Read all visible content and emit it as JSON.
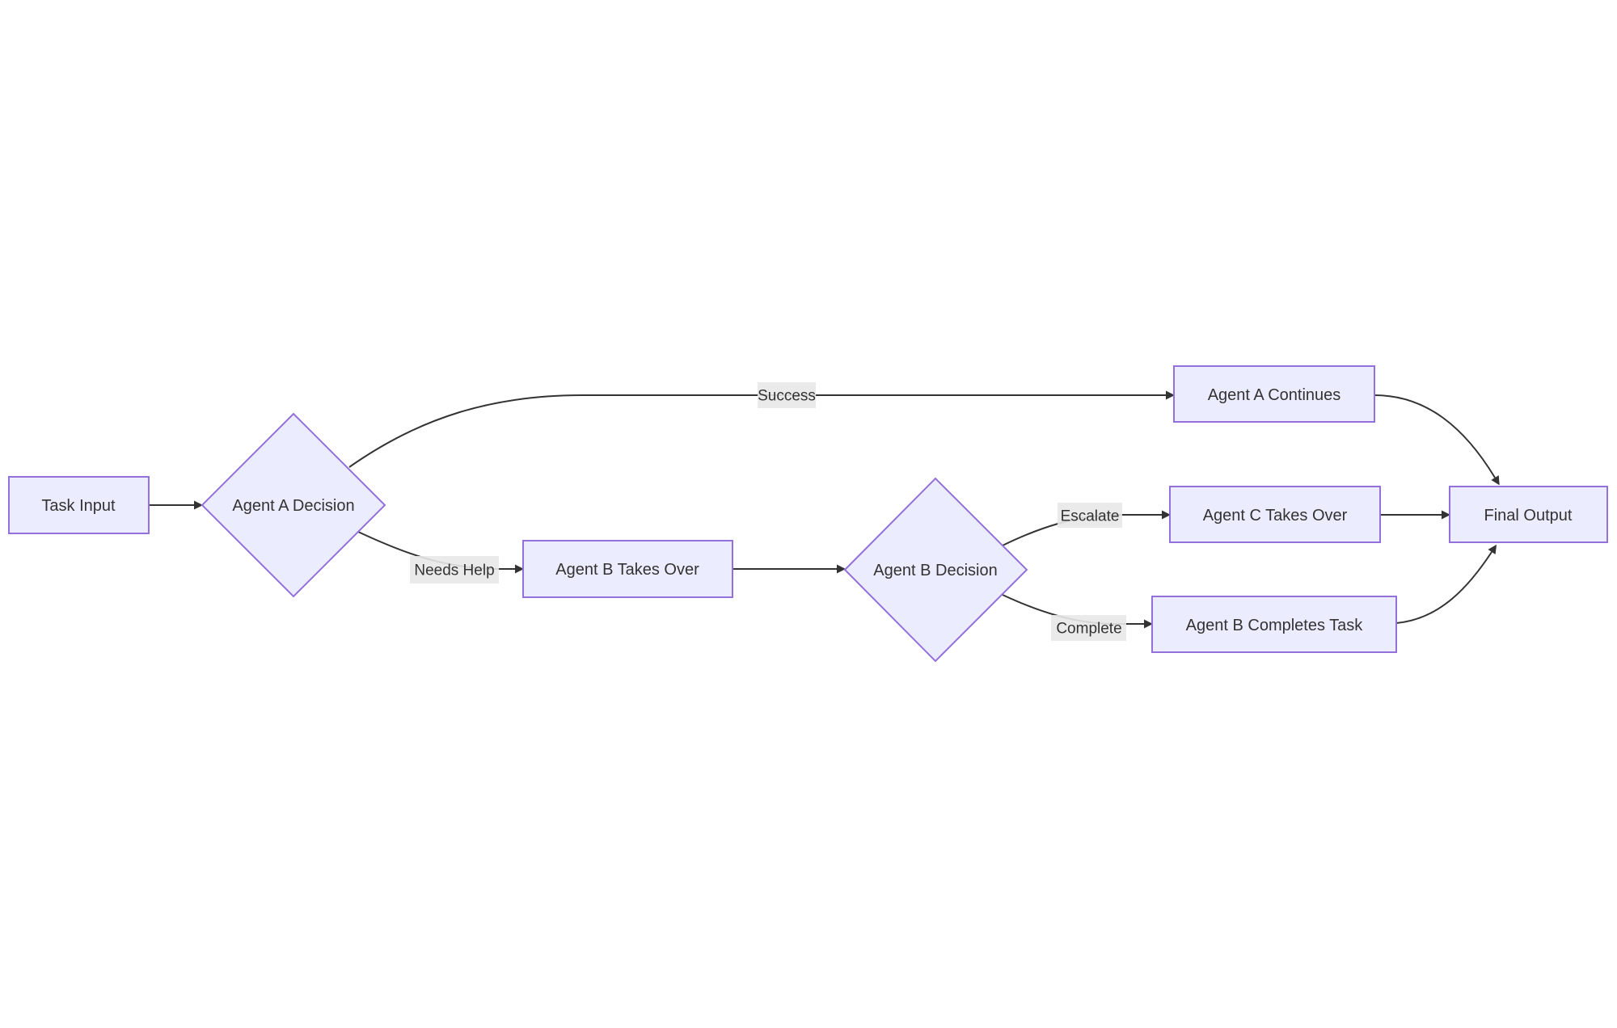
{
  "diagram": {
    "type": "flowchart",
    "direction": "left-to-right",
    "nodes": [
      {
        "id": "task_input",
        "label": "Task Input",
        "shape": "rectangle"
      },
      {
        "id": "agent_a_decision",
        "label": "Agent A Decision",
        "shape": "diamond"
      },
      {
        "id": "agent_a_continues",
        "label": "Agent A Continues",
        "shape": "rectangle"
      },
      {
        "id": "agent_b_takes_over",
        "label": "Agent B Takes Over",
        "shape": "rectangle"
      },
      {
        "id": "agent_b_decision",
        "label": "Agent B Decision",
        "shape": "diamond"
      },
      {
        "id": "agent_c_takes_over",
        "label": "Agent C Takes Over",
        "shape": "rectangle"
      },
      {
        "id": "agent_b_completes_task",
        "label": "Agent B Completes Task",
        "shape": "rectangle"
      },
      {
        "id": "final_output",
        "label": "Final Output",
        "shape": "rectangle"
      }
    ],
    "edges": [
      {
        "from": "task_input",
        "to": "agent_a_decision",
        "label": ""
      },
      {
        "from": "agent_a_decision",
        "to": "agent_a_continues",
        "label": "Success"
      },
      {
        "from": "agent_a_decision",
        "to": "agent_b_takes_over",
        "label": "Needs Help"
      },
      {
        "from": "agent_b_takes_over",
        "to": "agent_b_decision",
        "label": ""
      },
      {
        "from": "agent_b_decision",
        "to": "agent_c_takes_over",
        "label": "Escalate"
      },
      {
        "from": "agent_b_decision",
        "to": "agent_b_completes_task",
        "label": "Complete"
      },
      {
        "from": "agent_c_takes_over",
        "to": "final_output",
        "label": ""
      },
      {
        "from": "agent_b_completes_task",
        "to": "final_output",
        "label": ""
      },
      {
        "from": "agent_a_continues",
        "to": "final_output",
        "label": ""
      }
    ],
    "colors": {
      "node_fill": "#ECECFF",
      "node_border": "#9370DB",
      "edge_line": "#333333",
      "edge_label_bg": "#e8e8e8",
      "text": "#333333",
      "background": "#ffffff"
    }
  }
}
